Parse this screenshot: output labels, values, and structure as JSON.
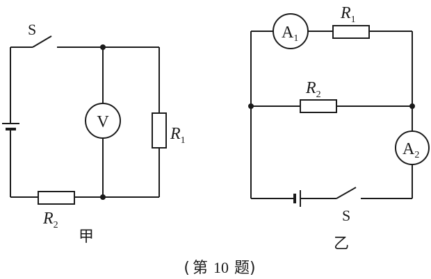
{
  "figure": {
    "caption": "（第 10 题）",
    "caption_parts": {
      "open": "(",
      "prefix": "第",
      "number": "10",
      "suffix": "题",
      "close": ")"
    }
  },
  "circuit_jia": {
    "name": "甲",
    "switch_label": "S",
    "voltmeter_label": "V",
    "r1": {
      "letter": "R",
      "sub": "1"
    },
    "r2": {
      "letter": "R",
      "sub": "2"
    }
  },
  "circuit_yi": {
    "name": "乙",
    "switch_label": "S",
    "a1": {
      "letter": "A",
      "sub": "1"
    },
    "a2": {
      "letter": "A",
      "sub": "2"
    },
    "r1": {
      "letter": "R",
      "sub": "1"
    },
    "r2": {
      "letter": "R",
      "sub": "2"
    }
  }
}
